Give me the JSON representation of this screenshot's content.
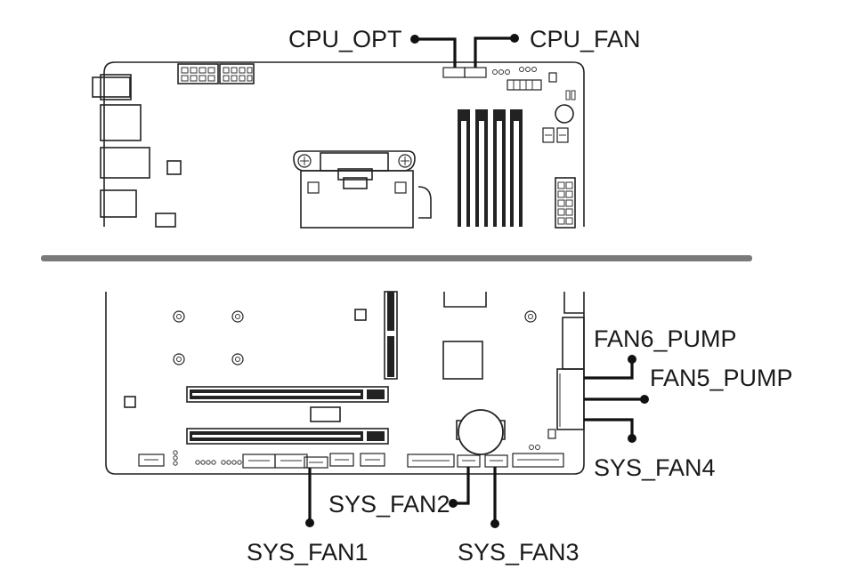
{
  "labels": {
    "cpu_opt": "CPU_OPT",
    "cpu_fan": "CPU_FAN",
    "fan6_pump": "FAN6_PUMP",
    "fan5_pump": "FAN5_PUMP",
    "sys_fan4": "SYS_FAN4",
    "sys_fan2": "SYS_FAN2",
    "sys_fan1": "SYS_FAN1",
    "sys_fan3": "SYS_FAN3"
  },
  "colors": {
    "line": "#111111",
    "divider": "#7a7a7a",
    "background": "#ffffff"
  }
}
